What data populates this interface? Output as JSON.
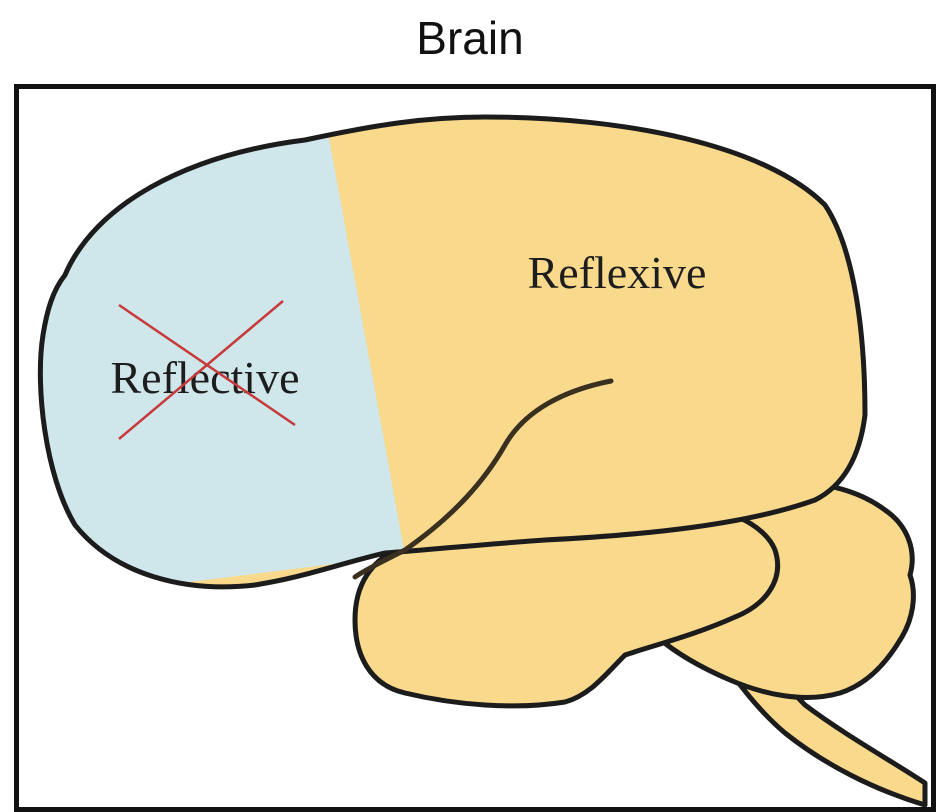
{
  "title": "Brain",
  "regions": {
    "frontal": {
      "label": "Reflective",
      "crossed_out": true,
      "fill_color": "#cfe6ea",
      "cross_color": "#c8393a"
    },
    "rest": {
      "label": "Reflexive",
      "fill_color": "#f9d98c"
    }
  },
  "outline_color": "#1c1c1c"
}
